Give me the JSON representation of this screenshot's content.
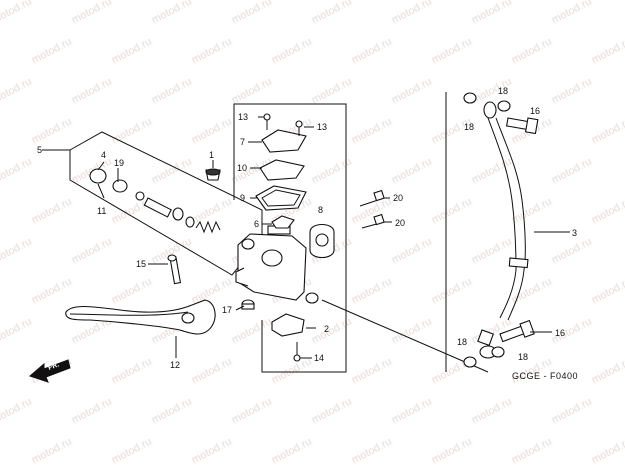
{
  "watermark": "motod.ru",
  "diagram_code": "GCGE - F0400",
  "direction_label": "FR.",
  "callouts": {
    "c1": "1",
    "c2": "2",
    "c3": "3",
    "c4": "4",
    "c5": "5",
    "c6": "6",
    "c7": "7",
    "c8": "8",
    "c9": "9",
    "c10": "10",
    "c11": "11",
    "c12": "12",
    "c13a": "13",
    "c13b": "13",
    "c14": "14",
    "c15": "15",
    "c16a": "16",
    "c16b": "16",
    "c17": "17",
    "c18a": "18",
    "c18b": "18",
    "c18c": "18",
    "c18d": "18",
    "c19": "19",
    "c20a": "20",
    "c20b": "20"
  }
}
